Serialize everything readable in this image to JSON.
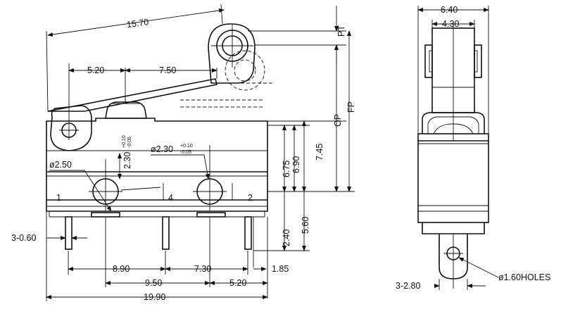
{
  "colors": {
    "ink": "#111111",
    "paper": "#ffffff"
  },
  "side_view": {
    "lever_length": "15.70",
    "pivot_to_plunger": "5.20",
    "plunger_to_roller": "7.50",
    "pt": "PT",
    "fp": "FP",
    "op": "OP",
    "mount_hole_left": "ø2.50",
    "hole_tol_diameter": "ø2.30",
    "hole_tol_upper": "+0.10",
    "hole_tol_lower": "-0.05",
    "hole_vertical": "2.30",
    "height_6_75": "6.75",
    "height_6_90": "6.90",
    "height_7_45": "7.45",
    "depth_5_60": "5.60",
    "depth_2_40": "2.40",
    "terminal_thickness": "3-0.60",
    "pin_8_90": "8.90",
    "pin_7_30": "7.30",
    "pin_1_85": "1.85",
    "hole_9_50": "9.50",
    "hole_5_20": "5.20",
    "overall_length": "19.90",
    "terminal_1": "1",
    "terminal_4": "4",
    "terminal_2": "2"
  },
  "end_view": {
    "width_6_40": "6.40",
    "width_4_30": "4.30",
    "terminal_width": "3-2.80",
    "terminal_holes": "ø1.60HOLES"
  }
}
